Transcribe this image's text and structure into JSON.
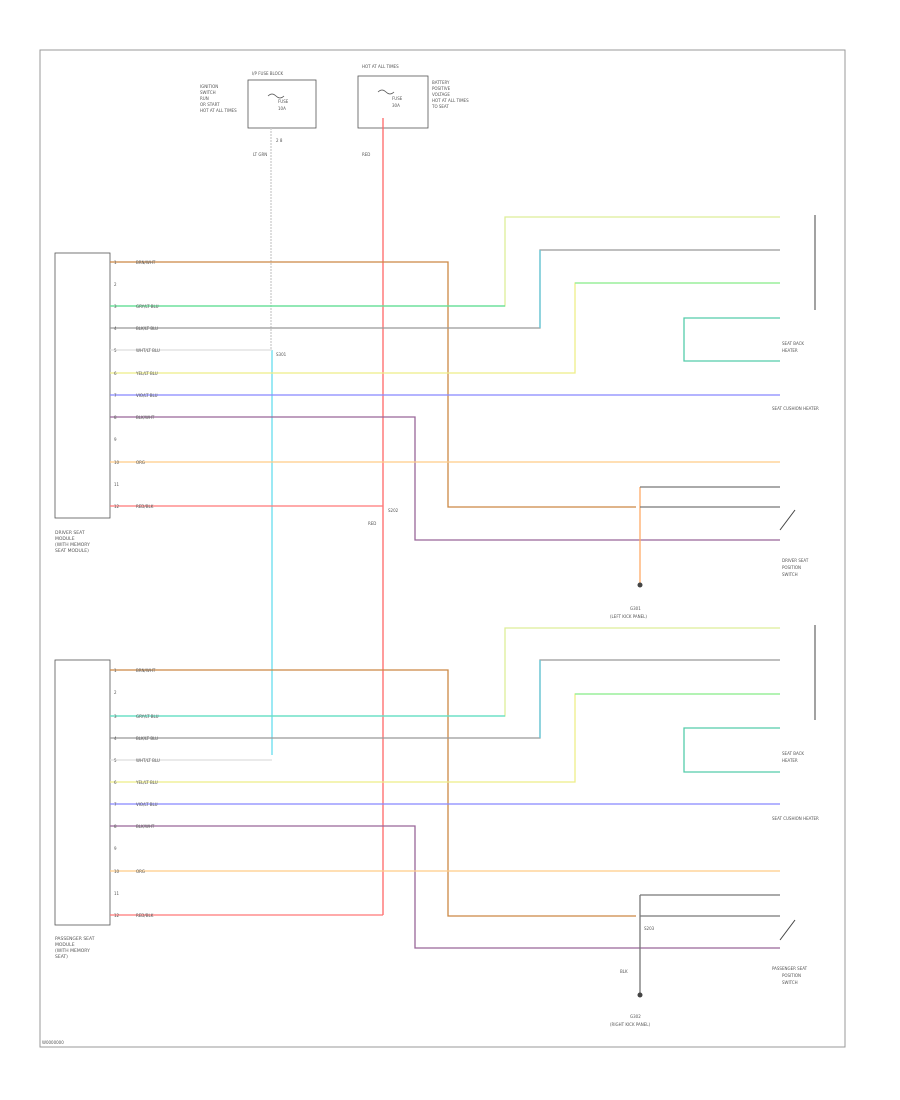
{
  "diagram": {
    "footer_code": "W0000000",
    "fuse_left": {
      "heading": "I/P FUSE BLOCK",
      "side_text": [
        "IGNITION",
        "SWITCH",
        "RUN",
        "OR START",
        "HOT AT ALL TIMES"
      ],
      "inner_text": [
        "FUSE",
        "10A"
      ],
      "note": "2 8",
      "wire_color": "LT GRN"
    },
    "fuse_right": {
      "heading": "HOT AT ALL TIMES",
      "side_text": [
        "BATTERY",
        "POSITIVE",
        "VOLTAGE",
        "HOT AT ALL TIMES",
        "TO SEAT"
      ],
      "inner_text": [
        "FUSE",
        "30A"
      ],
      "wire_color": "RED"
    },
    "driver_module": [
      "DRIVER SEAT",
      "MODULE",
      "(WITH MEMORY",
      "SEAT MODULE)"
    ],
    "passenger_module": [
      "PASSENGER SEAT",
      "MODULE",
      "(WITH MEMORY",
      "SEAT)"
    ],
    "driver_switch": [
      "DRIVER SEAT",
      "POSITION",
      "SWITCH"
    ],
    "passenger_switch": [
      "PASSENGER SEAT",
      "POSITION",
      "SWITCH"
    ],
    "driver_heater": [
      "SEAT BACK",
      "HEATER"
    ],
    "driver_cushion": [
      "SEAT CUSHION HEATER"
    ],
    "passenger_heater": [
      "SEAT BACK",
      "HEATER"
    ],
    "passenger_cushion": [
      "SEAT CUSHION HEATER"
    ],
    "ground_upper": [
      "G301",
      "(LEFT KICK PANEL)"
    ],
    "ground_lower": [
      "G302",
      "(RIGHT KICK PANEL)"
    ],
    "splice_1": "S301",
    "splice_2": "S202",
    "splice_3": "S203",
    "red_label": "RED",
    "blk_label": "BLK",
    "wire_labels": [
      "BRN/WHT",
      "GRY/LT BLU",
      "BLK/LT BLU",
      "WHT/LT BLU",
      "YEL/LT BLU",
      "VIO/LT BLU",
      "BLK/WHT",
      "ORG",
      "BLK",
      "RED/BLK"
    ],
    "circuit_labels": [
      "1",
      "2",
      "3",
      "4",
      "5",
      "6",
      "7",
      "8",
      "9",
      "10",
      "11",
      "12"
    ]
  }
}
